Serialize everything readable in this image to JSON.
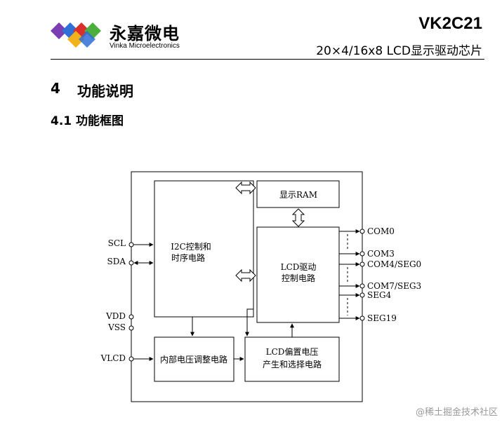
{
  "header": {
    "brand_cn": "永嘉微电",
    "brand_en": "Vinka Microelectronics",
    "model": "VK2C21",
    "subtitle": "20×4/16x8 LCD显示驱动芯片",
    "logo_colors": [
      "#2f6fd6",
      "#d9302b",
      "#4caf3d",
      "#f2b21b",
      "#7b3fb3"
    ]
  },
  "section": {
    "number": "4",
    "title": "功能说明"
  },
  "subsection": {
    "label": "4.1  功能框图"
  },
  "diagram": {
    "blocks": {
      "i2c_line1": "I2C控制和",
      "i2c_line2": "时序电路",
      "ram": "显示RAM",
      "lcd_driver_line1": "LCD驱动",
      "lcd_driver_line2": "控制电路",
      "vreg": "内部电压调整电路",
      "bias_line1": "LCD偏置电压",
      "bias_line2": "产生和选择电路"
    },
    "pins_left": {
      "scl": "SCL",
      "sda": "SDA",
      "vdd": "VDD",
      "vss": "VSS",
      "vlcd": "VLCD"
    },
    "pins_right": {
      "com0": "COM0",
      "com3": "COM3",
      "com4_seg0": "COM4/SEG0",
      "com7_seg3": "COM7/SEG3",
      "seg4": "SEG4",
      "seg19": "SEG19"
    }
  },
  "watermark": "@稀土掘金技术社区"
}
